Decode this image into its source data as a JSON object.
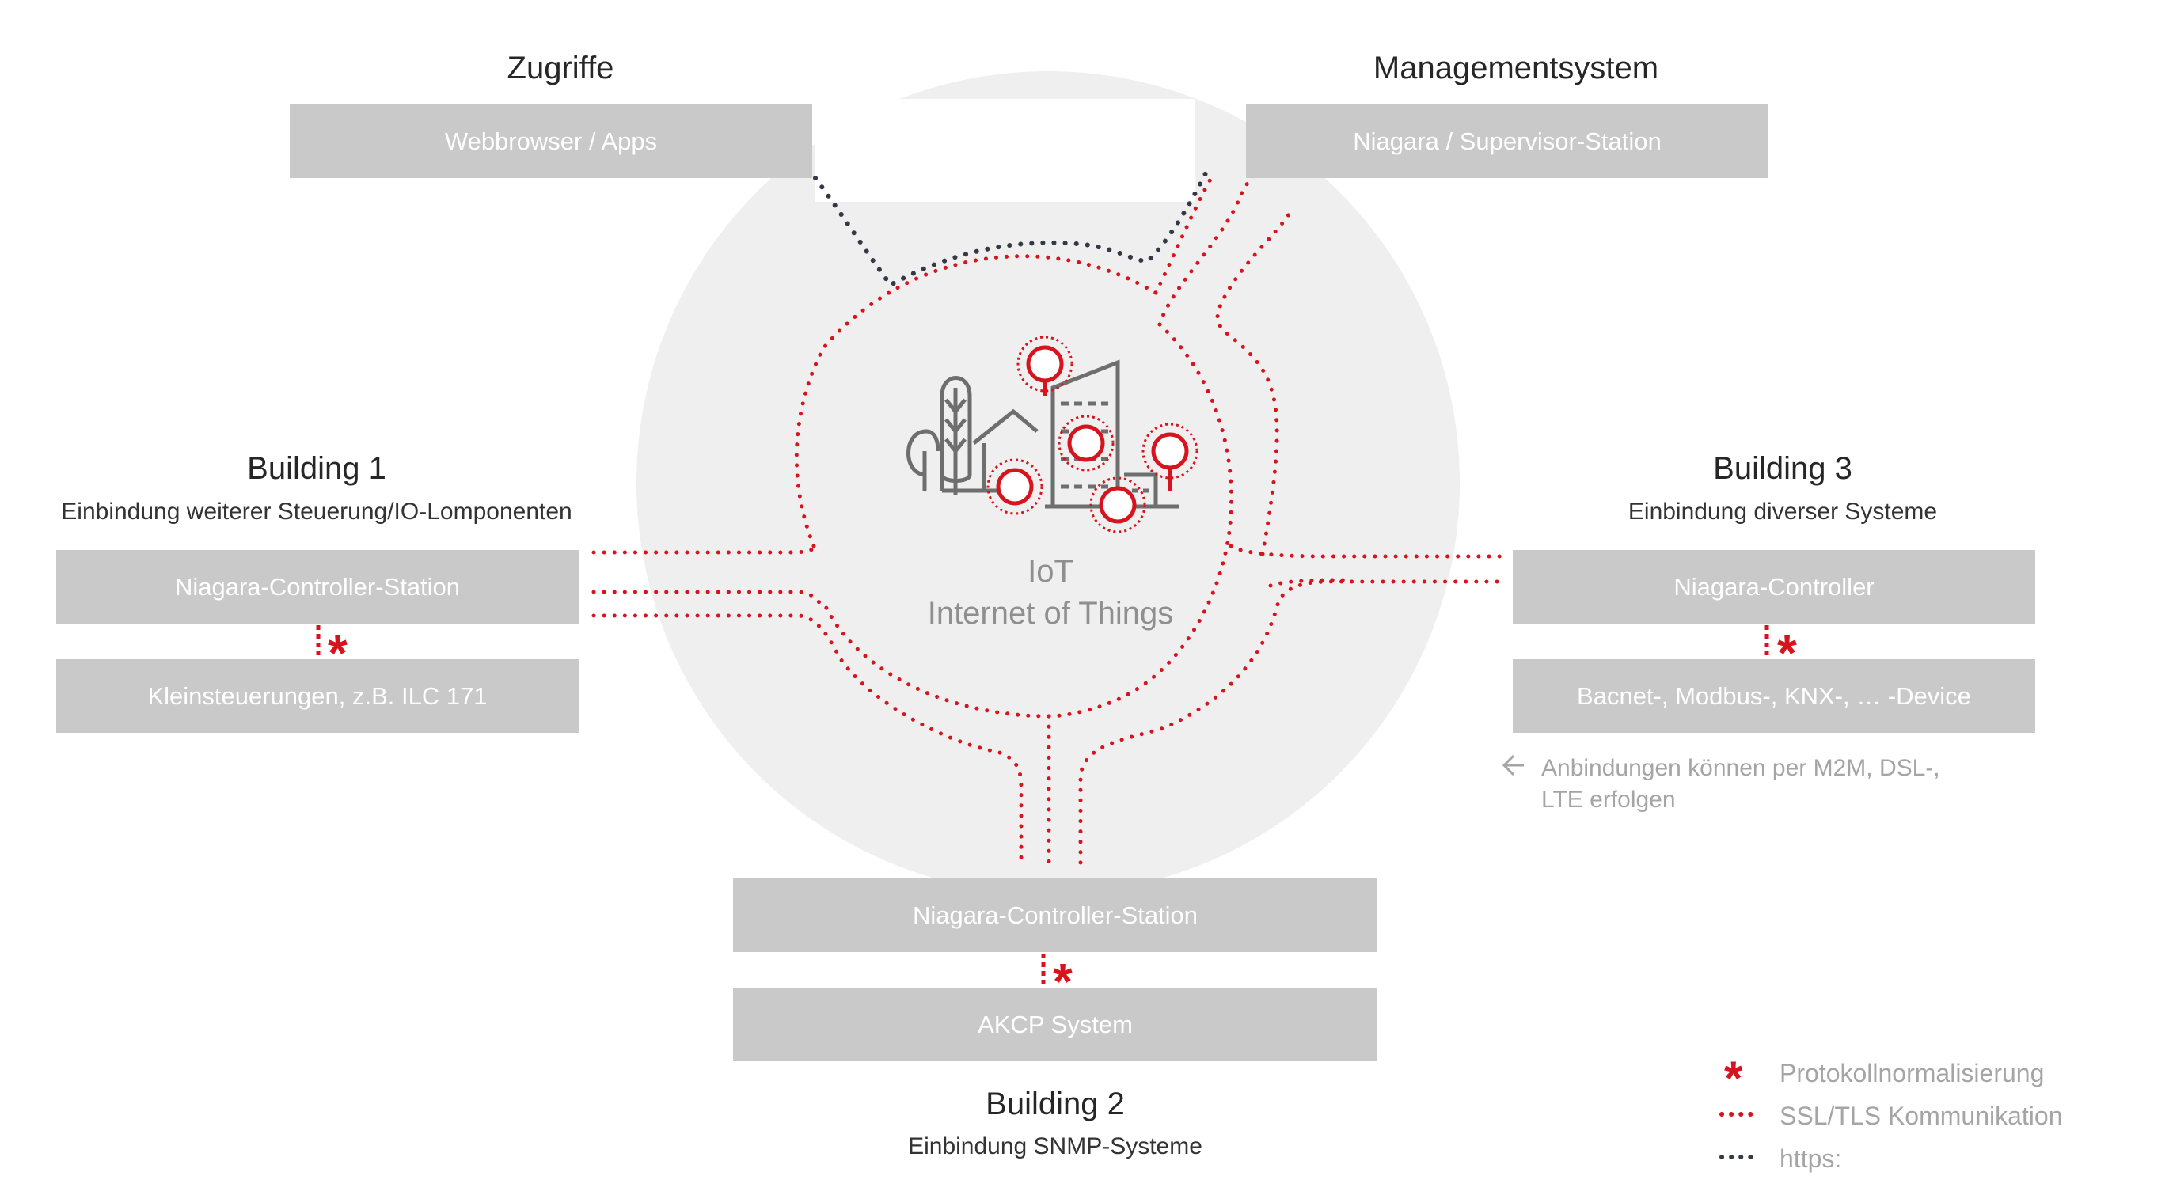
{
  "colors": {
    "accent_red": "#d7141e",
    "https_dark": "#333a45",
    "box_grey": "#c9c9c9",
    "circle_bg": "#efefef",
    "icon_grey": "#6e6e6e"
  },
  "top_left": {
    "heading": "Zugriffe",
    "box": "Webbrowser / Apps"
  },
  "top_right": {
    "heading": "Managementsystem",
    "box": "Niagara / Supervisor-Station"
  },
  "building1": {
    "heading": "Building 1",
    "subtitle": "Einbindung weiterer Steuerung/IO-Lomponenten",
    "controller": "Niagara-Controller-Station",
    "device": "Kleinsteuerungen, z.B. ILC 171"
  },
  "building3": {
    "heading": "Building 3",
    "subtitle": "Einbindung diverser Systeme",
    "controller": "Niagara-Controller",
    "device": "Bacnet-, Modbus-, KNX-, … -Device",
    "note_line1": "Anbindungen können per M2M, DSL-,",
    "note_line2": "LTE erfolgen"
  },
  "building2": {
    "heading": "Building 2",
    "subtitle": "Einbindung SNMP-Systeme",
    "controller": "Niagara-Controller-Station",
    "device": "AKCP System"
  },
  "center": {
    "line1": "IoT",
    "line2": "Internet of Things",
    "icon": "city-iot-icon"
  },
  "legend": {
    "normalization": "Protokollnormalisierung",
    "ssl": "SSL/TLS Kommunikation",
    "https": "https:"
  },
  "star_symbol": "*"
}
